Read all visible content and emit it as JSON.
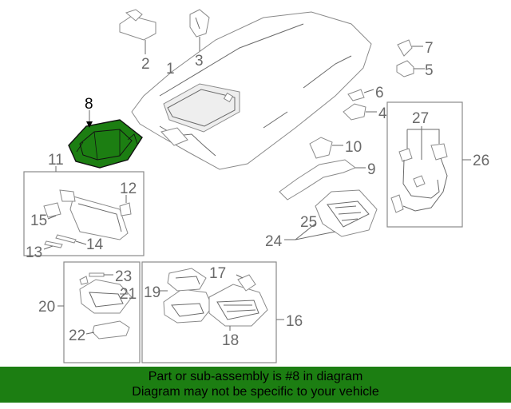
{
  "diagram": {
    "highlight_color": "#1c7e12",
    "highlight_part": "8",
    "callouts": {
      "c1": "1",
      "c2": "2",
      "c3": "3",
      "c4": "4",
      "c5": "5",
      "c6": "6",
      "c7": "7",
      "c8": "8",
      "c9": "9",
      "c10": "10",
      "c11": "11",
      "c12": "12",
      "c13": "13",
      "c14": "14",
      "c15": "15",
      "c16": "16",
      "c17": "17",
      "c18": "18",
      "c19": "19",
      "c20": "20",
      "c21": "21",
      "c22": "22",
      "c23": "23",
      "c24": "24",
      "c25": "25",
      "c26": "26",
      "c27": "27"
    }
  },
  "banner": {
    "line1": "Part or sub-assembly is #8 in diagram",
    "line2": "Diagram may not be specific to your vehicle"
  }
}
